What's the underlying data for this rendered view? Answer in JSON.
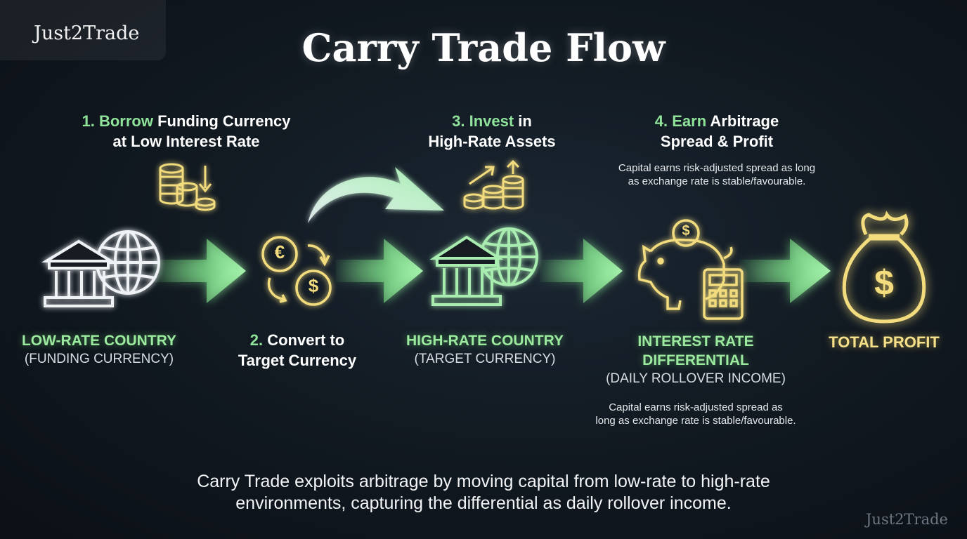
{
  "brand": "Just2Trade",
  "title": "Carry Trade Flow",
  "steps": {
    "borrow": {
      "num": "1. Borrow",
      "rest1": " Funding Currency",
      "line2": "at Low Interest Rate"
    },
    "convert": {
      "num": "2.",
      "rest1": " Convert to",
      "line2": "Target Currency"
    },
    "invest": {
      "num": "3. Invest",
      "rest1": " in",
      "line2": "High-Rate Assets"
    },
    "earn": {
      "num": "4. Earn",
      "rest1": " Arbitrage",
      "line2": "Spread & Profit"
    }
  },
  "nodes": {
    "low": {
      "label": "LOW-RATE COUNTRY",
      "sub": "(FUNDING CURRENCY)"
    },
    "high": {
      "label": "HIGH-RATE COUNTRY",
      "sub": "(TARGET CURRENCY)"
    },
    "diff": {
      "label1": "INTEREST RATE",
      "label2": "DIFFERENTIAL",
      "sub": "(DAILY ROLLOVER INCOME)"
    },
    "total": {
      "label": "TOTAL PROFIT"
    }
  },
  "notes": {
    "top": {
      "line1": "Capital earns risk-adjusted spread as long",
      "line2": "as exchange rate is stable/favourable."
    },
    "bottom": {
      "line1": "Capital earns risk-adjusted spread as",
      "line2": "long as exchange rate is stable/favourable."
    }
  },
  "caption": {
    "line1": "Carry Trade exploits arbitrage by moving capital from low-rate to high-rate",
    "line2": "environments, capturing the differential as daily rollover income."
  },
  "icons": {
    "euro": "€",
    "dollar": "$"
  },
  "colors": {
    "accent_green": "#8fe39a",
    "gold": "#f2dc7e",
    "white_line": "#eef2f5"
  }
}
